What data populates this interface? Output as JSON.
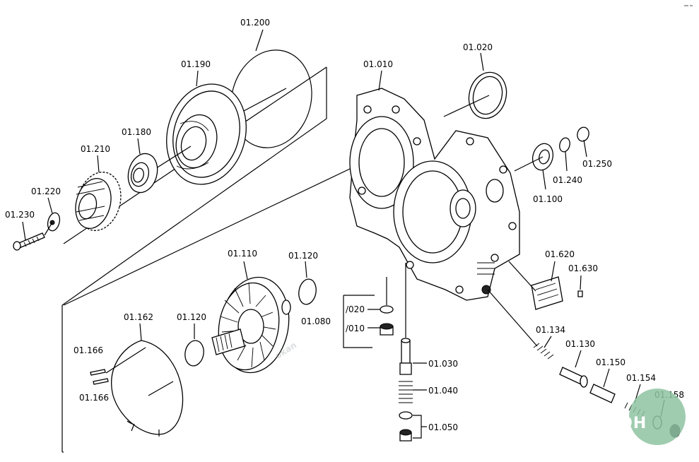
{
  "labels": {
    "l01200": "01.200",
    "l01190": "01.190",
    "l01180": "01.180",
    "l01210": "01.210",
    "l01220": "01.220",
    "l01230": "01.230",
    "l01010": "01.010",
    "l01020": "01.020",
    "l01100": "01.100",
    "l01240": "01.240",
    "l01250": "01.250",
    "l01110": "01.110",
    "l01120a": "01.120",
    "l01120b": "01.120",
    "l01162": "01.162",
    "l01166a": "01.166",
    "l01166b": "01.166",
    "l01080": "01.080",
    "l020": "/020",
    "l010": "/010",
    "l01030": "01.030",
    "l01040": "01.040",
    "l01050": "01.050",
    "l01620": "01.620",
    "l01630": "01.630",
    "l01134": "01.134",
    "l01130": "01.130",
    "l01150": "01.150",
    "l01154": "01.154",
    "l01158": "01.158"
  },
  "watermark": "okan",
  "logo": {
    "text": "АГРОН",
    "color": "#5aa77a"
  }
}
